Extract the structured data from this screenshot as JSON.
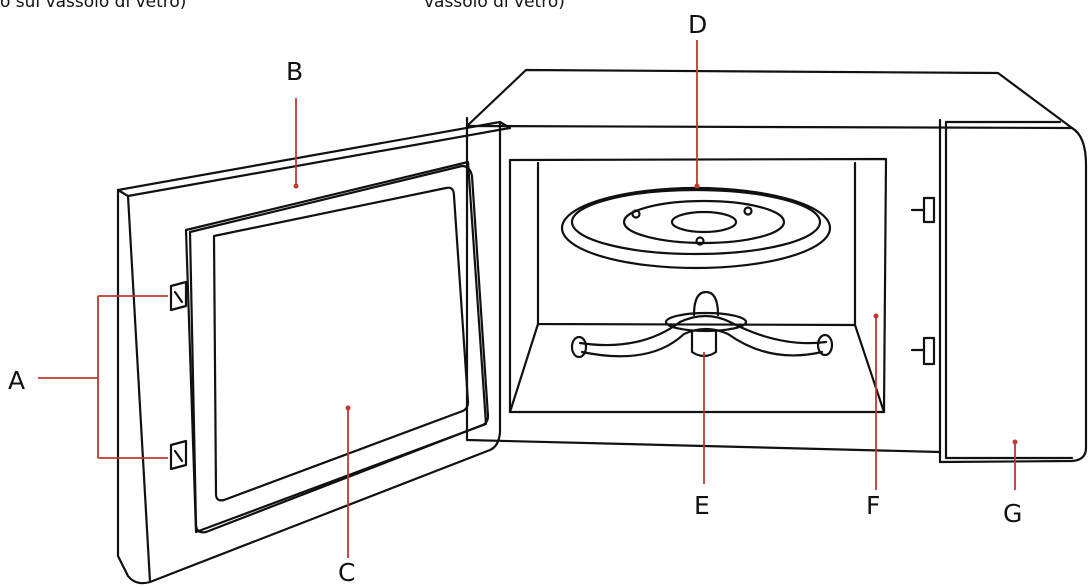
{
  "captions": {
    "left": "o sul vassolo di vetro)",
    "middle": "vassolo di vetro)"
  },
  "labels": {
    "a": "A",
    "b": "B",
    "c": "C",
    "d": "D",
    "e": "E",
    "f": "F",
    "g": "G"
  },
  "colors": {
    "outline": "#111111",
    "leader": "#c0392b"
  }
}
